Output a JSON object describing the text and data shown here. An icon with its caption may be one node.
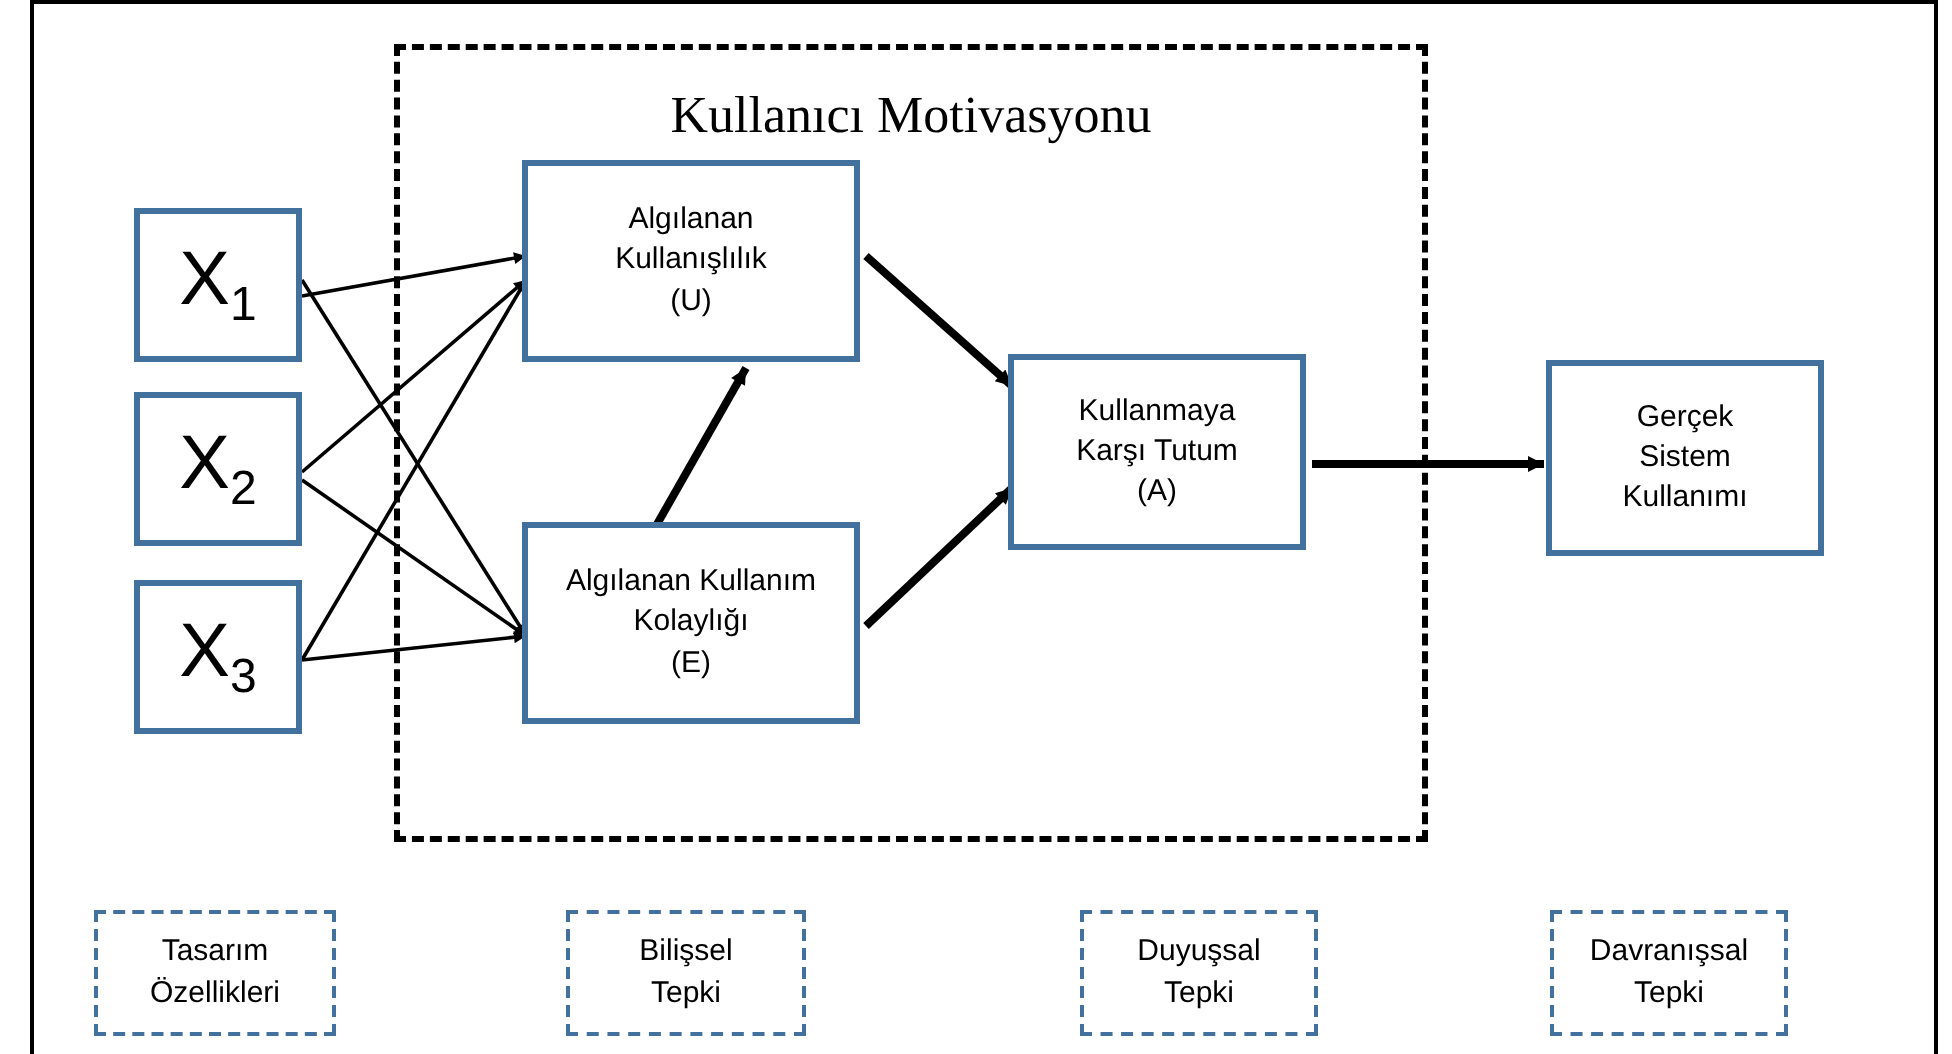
{
  "diagram": {
    "nodes": [
      {
        "text": [
          "X$_{1}$"
        ]
      },
      {
        "text": [
          "X$_{2}$"
        ]
      },
      {
        "text": [
          "X$_{3}$"
        ]
      },
      {
        "text": [
          "Kullanıcı Motivasyonu"
        ]
      },
      {
        "text": [
          "Algılanan Kullanışlılık",
          "(U)"
        ],
        "in": 3
      },
      {
        "text": [
          "Algılanan Kullanım Kolaylığı",
          "(E)"
        ],
        "in": 3
      },
      {
        "text": [
          "Kullanmaya Karşı Tutum",
          "(A)"
        ],
        "in": 3
      },
      {
        "text": [
          "Gerçek Sistem Kullanımı"
        ]
      },
      {
        "text": [
          "Tasarım Özellikleri"
        ]
      },
      {
        "text": [
          "Bilişsel Tepki"
        ]
      },
      {
        "text": [
          "Duyuşsal Tepki"
        ]
      },
      {
        "text": [
          "Davranışsal Tepki"
        ]
      }
    ],
    "edges": [
      {
        "from": 0,
        "to": 4,
        "arrow": "to"
      },
      {
        "from": 0,
        "to": 5,
        "arrow": "to"
      },
      {
        "from": 1,
        "to": 4,
        "arrow": "to"
      },
      {
        "from": 1,
        "to": 5,
        "arrow": "to"
      },
      {
        "from": 2,
        "to": 4,
        "arrow": "to"
      },
      {
        "from": 2,
        "to": 5,
        "arrow": "to"
      },
      {
        "from": 5,
        "to": 4,
        "arrow": "to",
        "style": "thick"
      },
      {
        "from": 4,
        "to": 6,
        "arrow": "to",
        "style": "thick"
      },
      {
        "from": 5,
        "to": 6,
        "arrow": "to",
        "style": "thick"
      },
      {
        "from": 6,
        "to": 7,
        "arrow": "to",
        "style": "thick"
      }
    ]
  }
}
